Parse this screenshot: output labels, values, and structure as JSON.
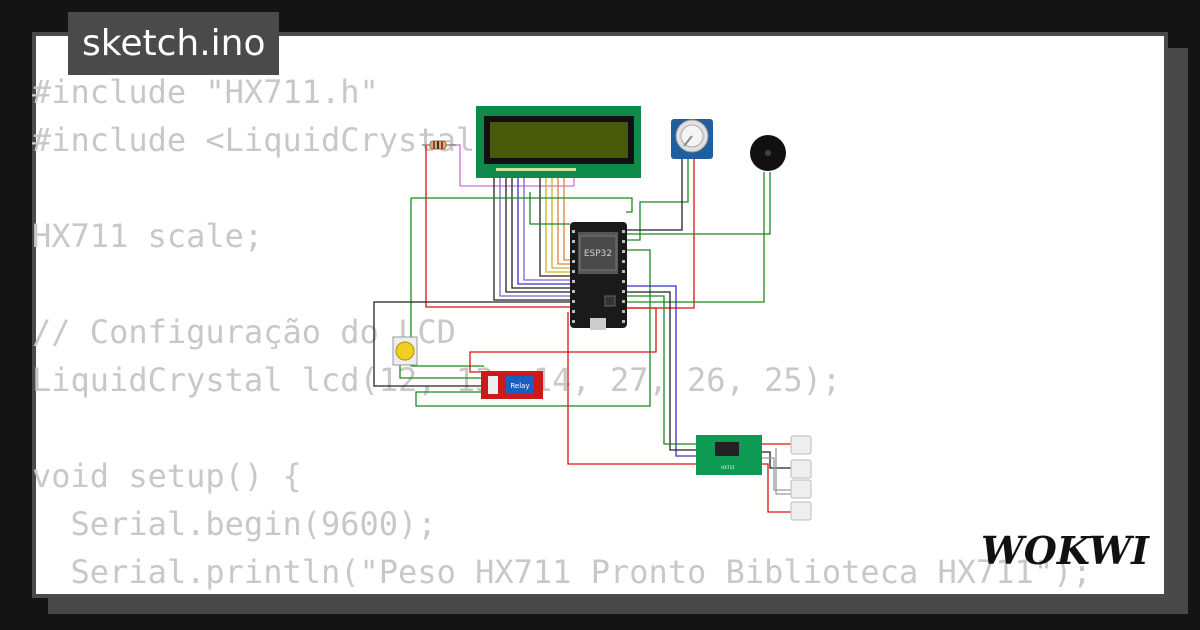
{
  "title": "sketch.ino",
  "code_lines": [
    "#include \"HX711.h\"",
    "#include <LiquidCrystal.h>",
    "",
    "HX711 scale;",
    "",
    "// Configuração do LCD",
    "LiquidCrystal lcd(12, 13, 14, 27, 26, 25);",
    "",
    "void setup() {",
    "  Serial.begin(9600);",
    "  Serial.println(\"Peso HX711 Pronto Biblioteca HX711\");"
  ],
  "components": {
    "mcu_label": "ESP32",
    "relay_label": "Relay",
    "hx711_label": "HX711"
  },
  "brand": "WOKWI",
  "colors": {
    "background": "#141414",
    "card": "#ffffff",
    "border": "#4a4a4a",
    "code_text": "#c8c8c8",
    "lcd_board": "#0e8a4a",
    "lcd_screen": "#4a5a0a",
    "esp32_board": "#1a1a1a",
    "relay_board": "#cc1a1a",
    "hx711_board": "#0e9a52",
    "potentiometer_board": "#1f5fa0"
  }
}
